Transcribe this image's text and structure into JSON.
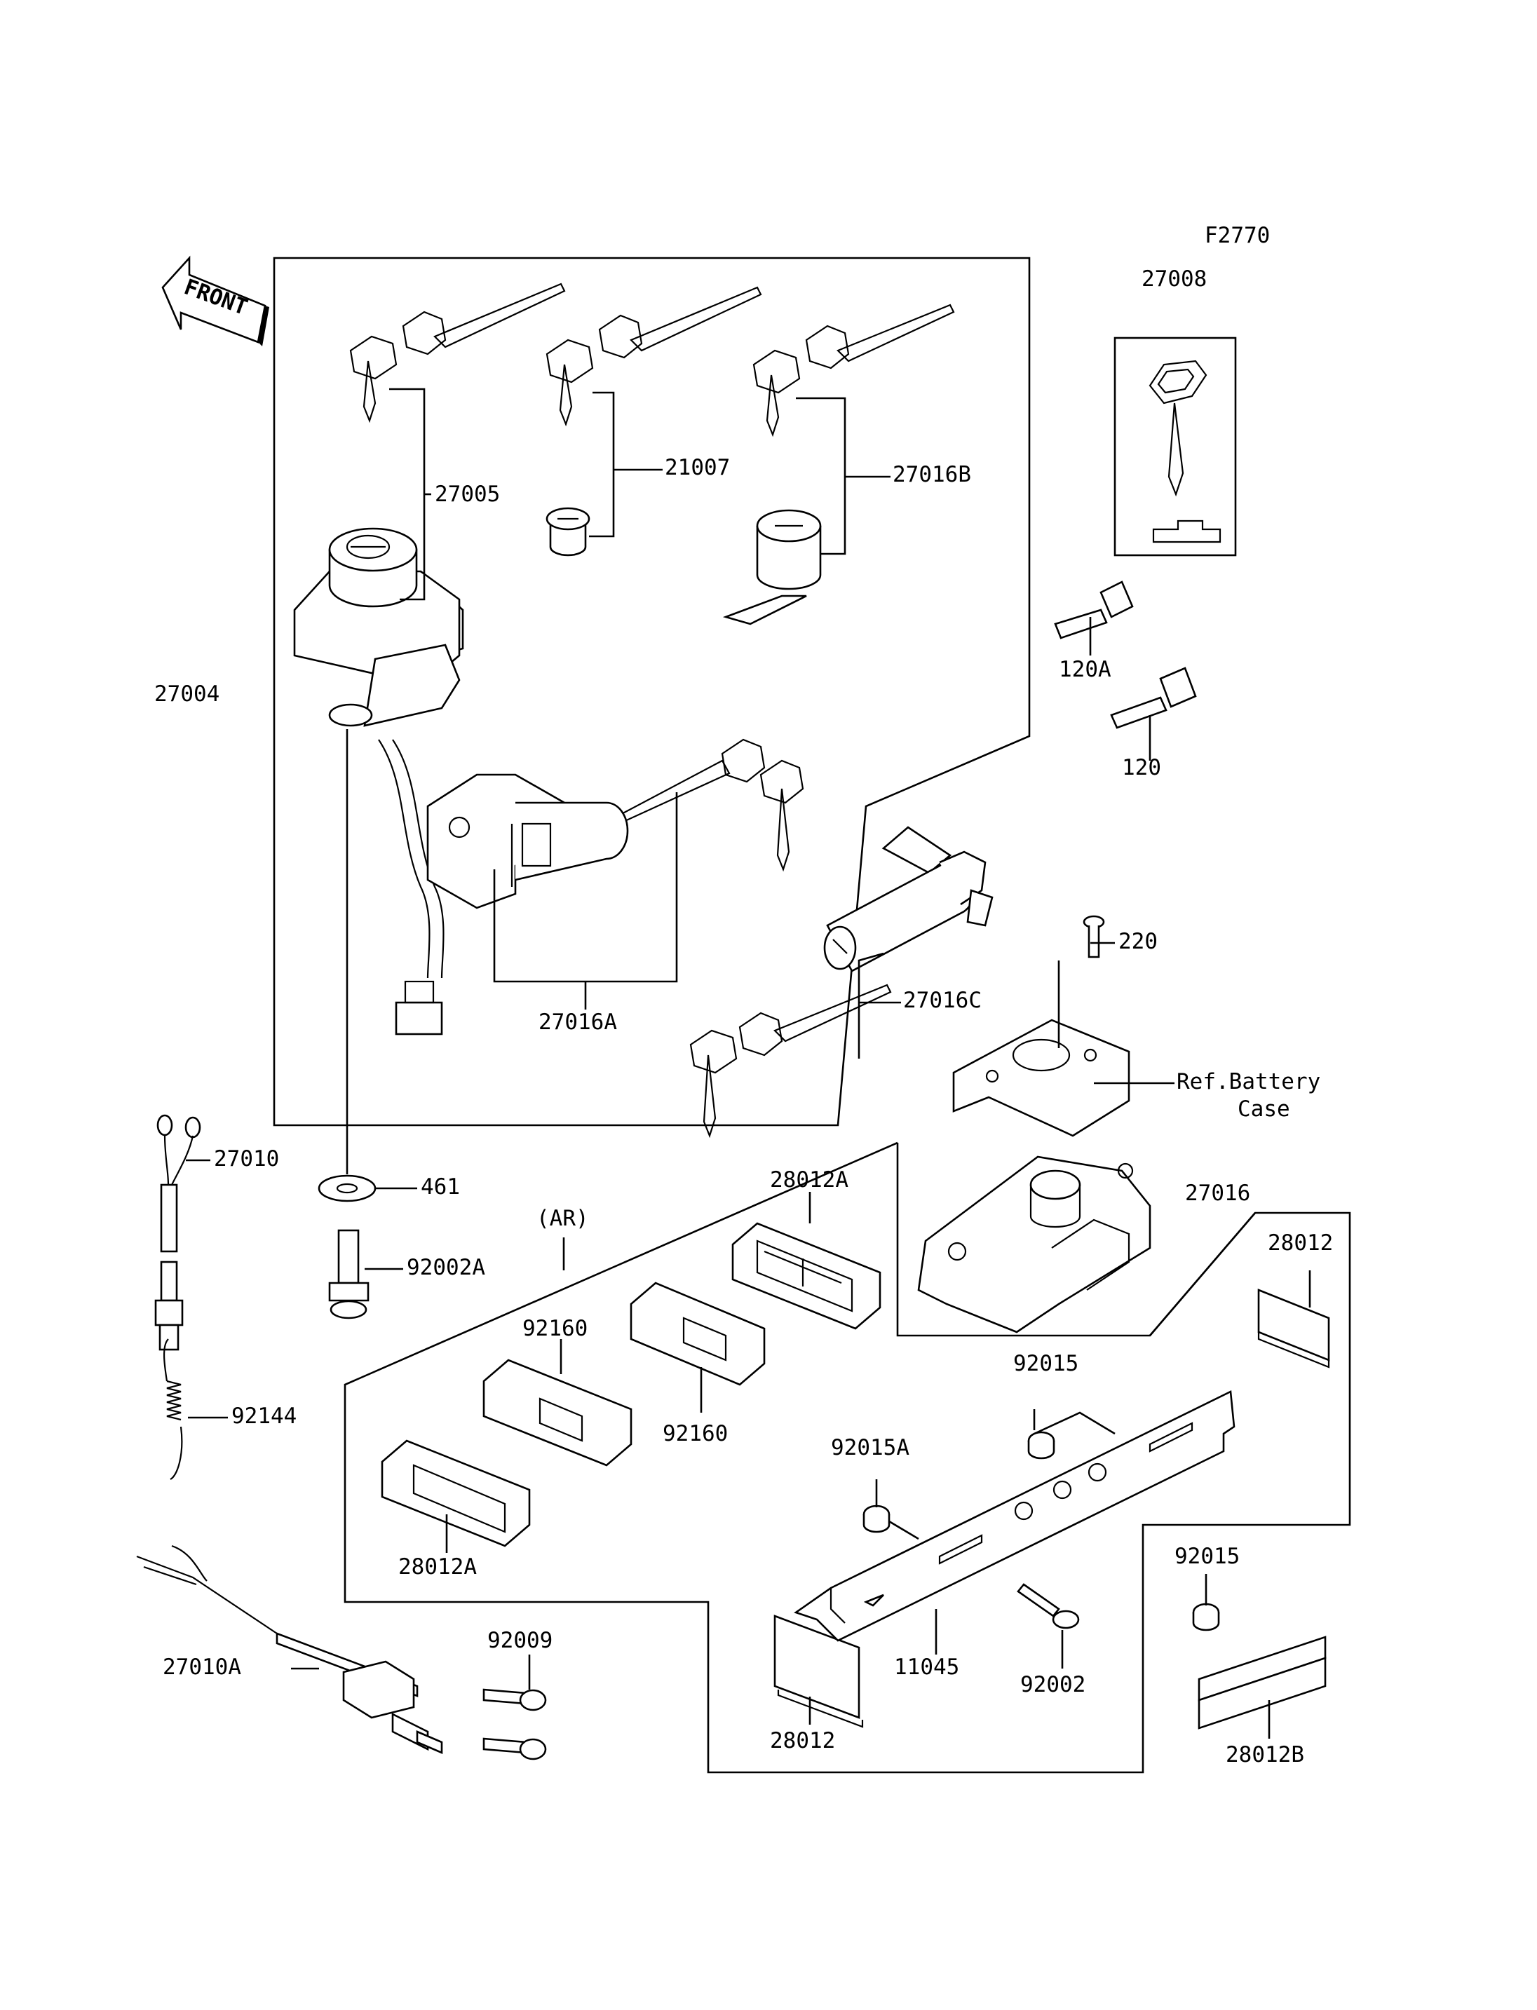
{
  "figure_code": "F2770",
  "front_label": "FRONT",
  "labels": {
    "p27008": "27008",
    "p27005": "27005",
    "p21007": "21007",
    "p27016B": "27016B",
    "p120A": "120A",
    "p120": "120",
    "p27004": "27004",
    "p220": "220",
    "p27016C": "27016C",
    "p27016A": "27016A",
    "ref_line1": "Ref.Battery",
    "ref_line2": "Case",
    "p27016": "27016",
    "p27010": "27010",
    "p461": "461",
    "p92002A": "92002A",
    "ar": "(AR)",
    "p28012A_top": "28012A",
    "p28012_right": "28012",
    "p92160_left": "92160",
    "p92160_right": "92160",
    "p92015_top": "92015",
    "p92144": "92144",
    "p92015A": "92015A",
    "p28012A_bottom": "28012A",
    "p92015_right": "92015",
    "p92009": "92009",
    "p27010A": "27010A",
    "p11045": "11045",
    "p92002": "92002",
    "p28012_bottom": "28012",
    "p28012B": "28012B"
  }
}
